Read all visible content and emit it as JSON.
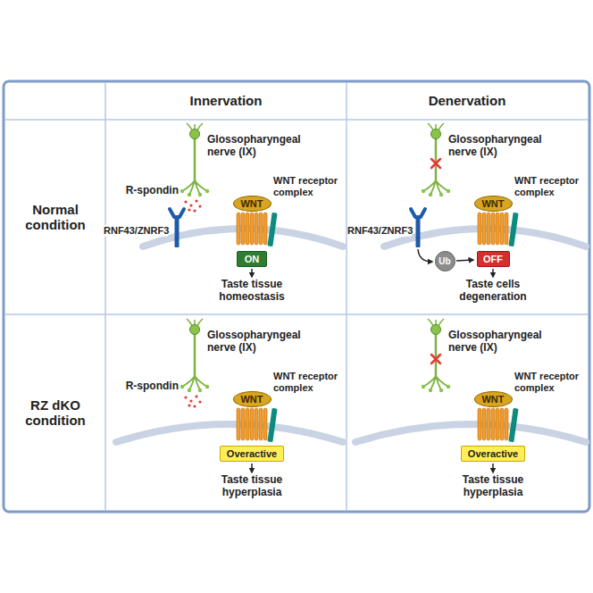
{
  "diagram": {
    "nodes": [
      {
        "text": [
          "WNT"
        ]
      },
      {
        "text": [
          "ON"
        ]
      },
      {
        "text": [
          "WNT"
        ]
      },
      {
        "text": [
          "Ub"
        ]
      },
      {
        "text": [
          "OFF"
        ]
      },
      {
        "text": [
          "WNT"
        ]
      },
      {
        "text": [
          "Overactive"
        ]
      },
      {
        "text": [
          "WNT"
        ]
      },
      {
        "text": [
          "Overactive"
        ]
      }
    ],
    "labels": [
      "Innervation",
      "Denervation",
      "Normal condition",
      "RZ dKO condition",
      "Glossopharyngeal nerve (IX)",
      "R-spondin",
      "RNF43/ZNRF3",
      "WNT receptor complex",
      "Taste tissue homeostasis",
      "Glossopharyngeal nerve (IX)",
      "RNF43/ZNRF3",
      "WNT receptor complex",
      "Taste cells degeneration",
      "Glossopharyngeal nerve (IX)",
      "R-spondin",
      "WNT receptor complex",
      "Taste tissue hyperplasia",
      "Glossopharyngeal nerve (IX)",
      "WNT receptor complex",
      "Taste tissue hyperplasia"
    ]
  }
}
